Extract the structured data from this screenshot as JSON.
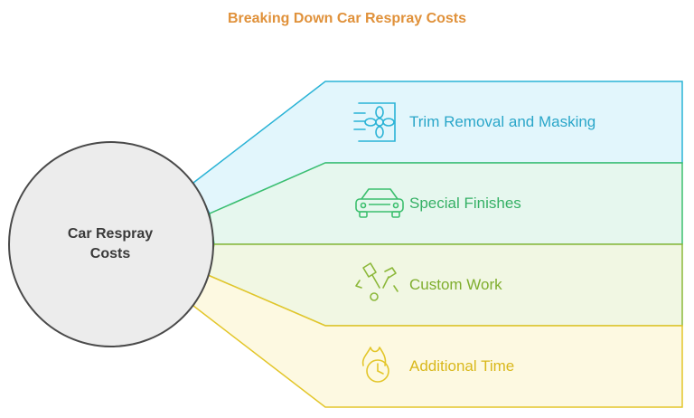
{
  "title": "Breaking Down Car Respray Costs",
  "center": {
    "line1": "Car Respray",
    "line2": "Costs"
  },
  "items": [
    {
      "label": "Trim Removal and Masking",
      "icon": "flower-masking-icon",
      "color": "#2ab3d6",
      "fill": "#e2f6fc"
    },
    {
      "label": "Special Finishes",
      "icon": "car-front-icon",
      "color": "#3cbf6e",
      "fill": "#e6f7ee"
    },
    {
      "label": "Custom Work",
      "icon": "tools-icon",
      "color": "#8cb83a",
      "fill": "#f1f7e3"
    },
    {
      "label": "Additional Time",
      "icon": "fire-clock-icon",
      "color": "#e3c62a",
      "fill": "#fdf9e1"
    }
  ]
}
